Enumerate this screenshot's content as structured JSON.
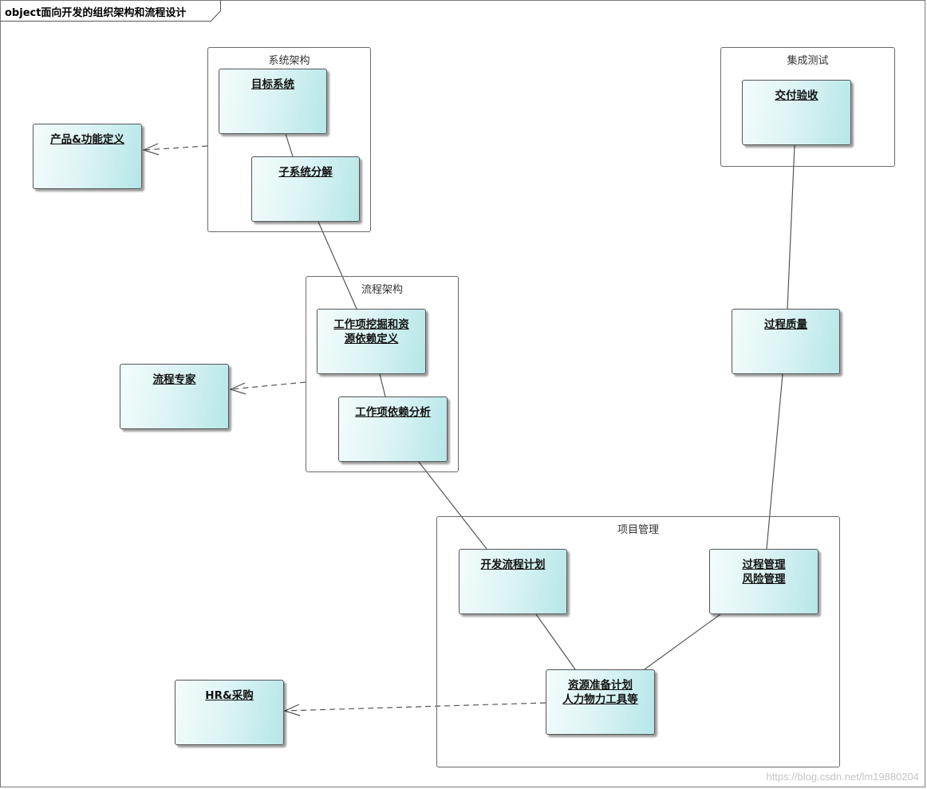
{
  "diagram": {
    "title": "object面向开发的组织架构和流程设计"
  },
  "packages": {
    "system_arch": "系统架构",
    "process_arch": "流程架构",
    "integration_test": "集成测试",
    "project_mgmt": "项目管理"
  },
  "nodes": {
    "target_system": "目标系统",
    "subsystem_decomp": "子系统分解",
    "product_func_def": "产品&功能定义",
    "work_item_mining": "工作项挖掘和资\n源依赖定义",
    "work_item_dep": "工作项依赖分析",
    "process_expert": "流程专家",
    "delivery_acceptance": "交付验收",
    "process_quality": "过程质量",
    "dev_process_plan": "开发流程计划",
    "process_risk_mgmt": "过程管理\n风险管理",
    "resource_plan": "资源准备计划\n人力物力工具等",
    "hr_procurement": "HR&采购"
  },
  "colors": {
    "node_fill_light": "#f4fcfc",
    "node_fill_dark": "#b6e6e8",
    "border": "#555555",
    "connector": "#555555"
  },
  "watermark": "https://blog.csdn.net/lm19880204"
}
